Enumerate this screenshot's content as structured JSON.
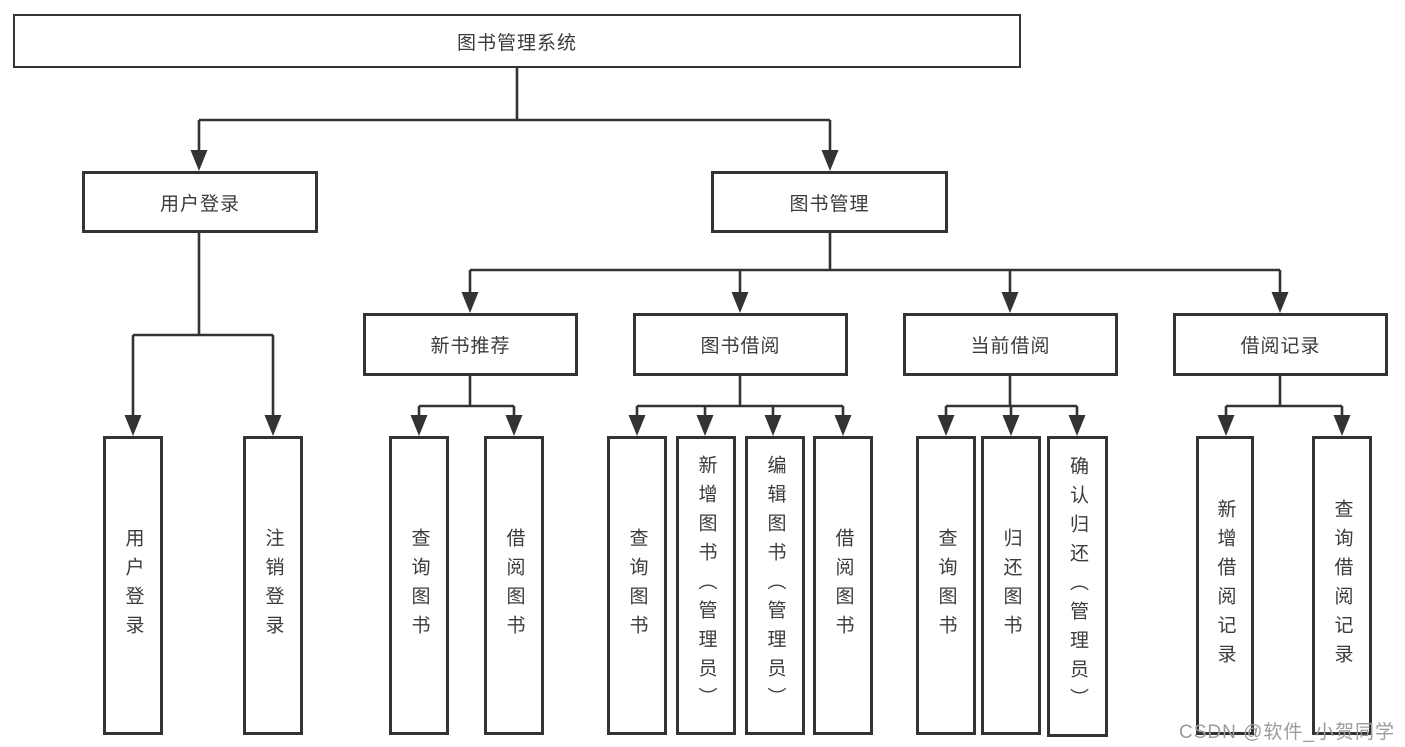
{
  "colors": {
    "line": "#333333",
    "box_border": "#333333",
    "text": "#3b3b3b",
    "watermark": "#9c9c9c",
    "background": "#ffffff"
  },
  "tree": {
    "root": "图书管理系统",
    "children": [
      {
        "label": "用户登录",
        "children": [
          {
            "label": "用户登录"
          },
          {
            "label": "注销登录"
          }
        ]
      },
      {
        "label": "图书管理",
        "children": [
          {
            "label": "新书推荐",
            "children": [
              {
                "label": "查询图书"
              },
              {
                "label": "借阅图书"
              }
            ]
          },
          {
            "label": "图书借阅",
            "children": [
              {
                "label": "查询图书"
              },
              {
                "label": "新增图书（管理员）"
              },
              {
                "label": "编辑图书（管理员）"
              },
              {
                "label": "借阅图书"
              }
            ]
          },
          {
            "label": "当前借阅",
            "children": [
              {
                "label": "查询图书"
              },
              {
                "label": "归还图书"
              },
              {
                "label": "确认归还（管理员）"
              }
            ]
          },
          {
            "label": "借阅记录",
            "children": [
              {
                "label": "新增借阅记录"
              },
              {
                "label": "查询借阅记录"
              }
            ]
          }
        ]
      }
    ]
  },
  "watermark": {
    "text": "CSDN @软件_小贺同学"
  }
}
